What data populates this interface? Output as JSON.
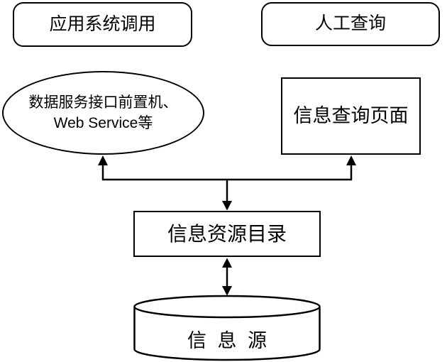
{
  "diagram": {
    "background_color": "#ffffff",
    "line_color": "#000000",
    "nodes": {
      "app_call": {
        "label": "应用系统调用",
        "shape": "rounded-rectangle"
      },
      "manual_query": {
        "label": "人工查询",
        "shape": "rounded-rectangle"
      },
      "service_interface": {
        "label_line1": "数据服务接口前置机、",
        "label_line2": "Web Service等",
        "shape": "ellipse"
      },
      "query_page": {
        "label": "信息查询页面",
        "shape": "rectangle"
      },
      "resource_catalog": {
        "label": "信息资源目录",
        "shape": "rectangle"
      },
      "info_source": {
        "label": "信 息 源",
        "shape": "cylinder"
      }
    },
    "edges": [
      {
        "from": "branch_junction",
        "to": "service_interface",
        "arrow": "single-up"
      },
      {
        "from": "branch_junction",
        "to": "query_page",
        "arrow": "single-up"
      },
      {
        "from": "branch_junction",
        "to": "resource_catalog",
        "arrow": "single-down"
      },
      {
        "from": "resource_catalog",
        "to": "info_source",
        "arrow": "double"
      }
    ]
  }
}
